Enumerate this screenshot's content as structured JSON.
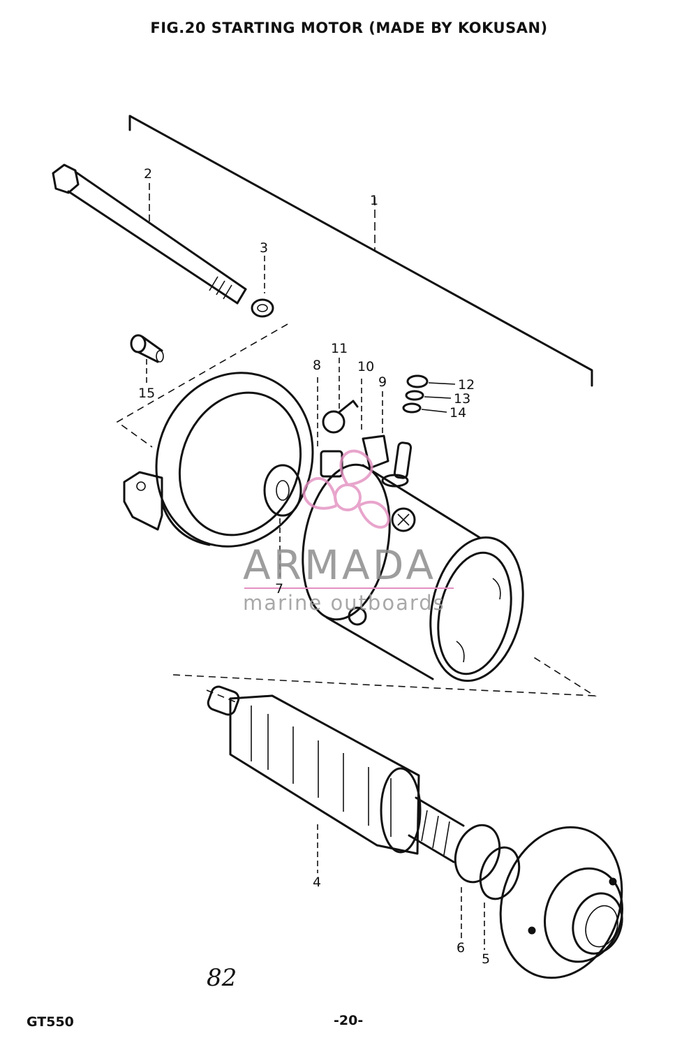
{
  "title": "FIG.20 STARTING MOTOR (MADE BY KOKUSAN)",
  "callouts": [
    {
      "id": "1",
      "label": "1"
    },
    {
      "id": "2",
      "label": "2"
    },
    {
      "id": "3",
      "label": "3"
    },
    {
      "id": "4",
      "label": "4"
    },
    {
      "id": "5",
      "label": "5"
    },
    {
      "id": "6",
      "label": "6"
    },
    {
      "id": "7",
      "label": "7"
    },
    {
      "id": "8",
      "label": "8"
    },
    {
      "id": "9",
      "label": "9"
    },
    {
      "id": "10",
      "label": "10"
    },
    {
      "id": "11",
      "label": "11"
    },
    {
      "id": "12",
      "label": "12"
    },
    {
      "id": "13",
      "label": "13"
    },
    {
      "id": "14",
      "label": "14"
    },
    {
      "id": "15",
      "label": "15"
    }
  ],
  "watermark": {
    "name": "ARMADA",
    "tagline": "marine outboards",
    "accent_color": "#e38fc0"
  },
  "footer": {
    "model": "GT550",
    "page": "-20-",
    "handwritten_note": "82"
  }
}
